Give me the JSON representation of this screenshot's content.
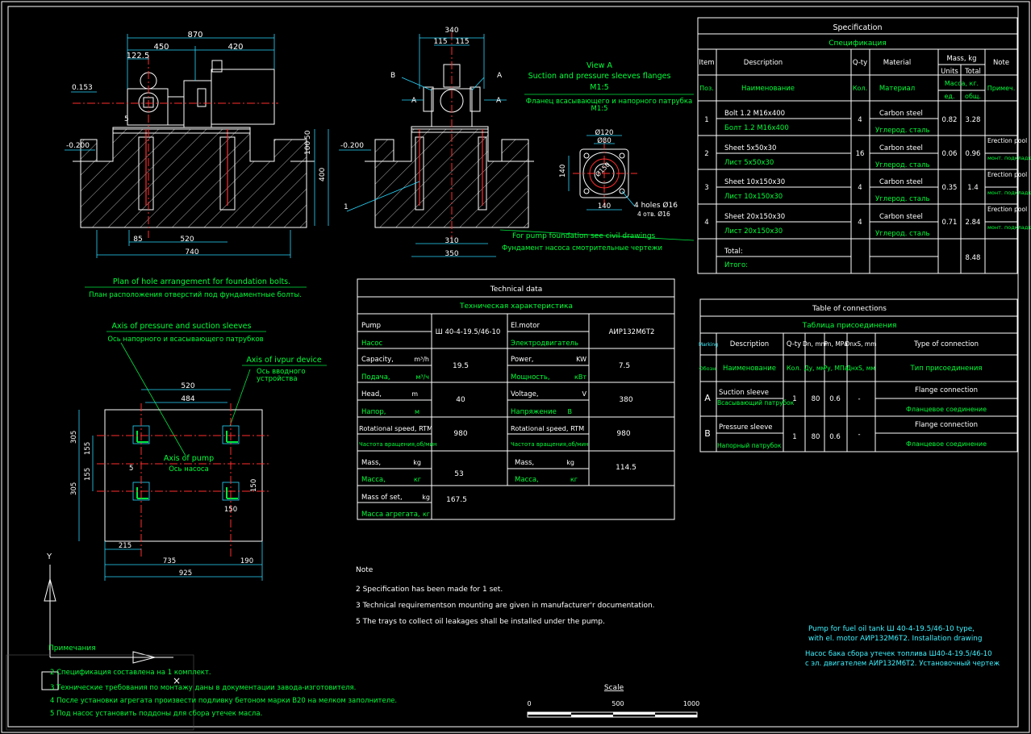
{
  "top": {
    "view_a_title": "View A",
    "view_a_sub_en": "Suction and pressure sleeves flanges",
    "view_a_scale": "M1:5",
    "view_a_sub_ru": "Фланец всасывающего и напорного патрубка",
    "view_a_scale_ru": "M1:5",
    "foundation_note_en": "For pump foundation see civil drawings",
    "foundation_note_ru": "Фундамент насоса смотрительные чертежи",
    "plan_title_en": "Plan of hole arrangement for foundation bolts.",
    "plan_title_ru": "План расположения отверстий под фундаментные болты.",
    "axis_sleeves_en": "Axis of pressure and suction sleeves",
    "axis_sleeves_ru": "Ось напорного и всасывающего патрубков",
    "axis_input_en": "Axis of ivpur device",
    "axis_input_ru1": "Ось вводного",
    "axis_input_ru2": "устройства",
    "axis_pump_en": "Axis of pump",
    "axis_pump_ru": "Ось насоса"
  },
  "dims": {
    "d870": "870",
    "d450": "450",
    "d420": "420",
    "d122": "122.5",
    "d153": "0.153",
    "d200a": "-0.200",
    "d200b": "-0.200",
    "d100": "100",
    "d50": "50",
    "d400": "400",
    "d85": "85",
    "d520": "520",
    "d740": "740",
    "d340": "340",
    "d115a": "115",
    "d115b": "115",
    "d310": "310",
    "d350": "350",
    "d120": "Ø120",
    "d80": "Ø80",
    "d150": "Ø150",
    "d140a": "140",
    "d140b": "140",
    "holes_en": "4 holes Ø16",
    "holes_ru": "4 отв. Ø16",
    "p520": "520",
    "p484": "484",
    "p305a": "305",
    "p155a": "155",
    "p155b": "155",
    "p305b": "305",
    "p5": "5",
    "p150a": "150",
    "p150b": "150",
    "p215": "215",
    "p735": "735",
    "p190": "190",
    "p925": "925",
    "lbl_a1": "A",
    "lbl_a2": "A",
    "lbl_a3": "A",
    "lbl_b": "B",
    "lbl_1": "1",
    "lbl_5": "5",
    "lbl_y": "Y"
  },
  "spec": {
    "title_en": "Specification",
    "title_ru": "Спецификация",
    "h_item": "Item",
    "h_desc": "Description",
    "h_qty": "Q-ty",
    "h_mat": "Material",
    "h_mass": "Mass, kg",
    "h_units": "Units",
    "h_total": "Total",
    "h_note": "Note",
    "h_pos": "Поз.",
    "h_name": "Наименование",
    "h_kol": "Кол.",
    "h_matru": "Материал",
    "h_massru": "Масса, кг.",
    "h_ed": "ед.",
    "h_obsh": "общ.",
    "h_prim": "Примеч.",
    "rows": [
      {
        "item": "1",
        "desc_en": "Bolt 1.2 M16x400",
        "desc_ru": "Болт 1.2 M16x400",
        "qty": "4",
        "mat_en": "Carbon steel",
        "mat_ru": "Углерод. сталь",
        "unit": "0.82",
        "total": "3.28",
        "note_en": "",
        "note_ru": ""
      },
      {
        "item": "2",
        "desc_en": "Sheet 5x50x30",
        "desc_ru": "Лист 5x50x30",
        "qty": "16",
        "mat_en": "Carbon steel",
        "mat_ru": "Углерод. сталь",
        "unit": "0.06",
        "total": "0.96",
        "note_en": "Erection pool",
        "note_ru": "монт. подкладка"
      },
      {
        "item": "3",
        "desc_en": "Sheet 10x150x30",
        "desc_ru": "Лист 10x150x30",
        "qty": "4",
        "mat_en": "Carbon steel",
        "mat_ru": "Углерод. сталь",
        "unit": "0.35",
        "total": "1.4",
        "note_en": "Erection pool",
        "note_ru": "монт. подкладка"
      },
      {
        "item": "4",
        "desc_en": "Sheet 20x150x30",
        "desc_ru": "Лист 20x150x30",
        "qty": "4",
        "mat_en": "Carbon steel",
        "mat_ru": "Углерод. сталь",
        "unit": "0.71",
        "total": "2.84",
        "note_en": "Erection pool",
        "note_ru": "монт. подкладка"
      }
    ],
    "total_en": "Total:",
    "total_ru": "Итого:",
    "total_val": "8.48"
  },
  "tech": {
    "title_en": "Technical data",
    "title_ru": "Техническая характеристика",
    "pump_en": "Pump",
    "pump_ru": "Насос",
    "pump_val": "Ш 40-4-19.5/46-10",
    "motor_en": "El.motor",
    "motor_ru": "Электродвигатель",
    "motor_val": "АИР132М6Т2",
    "cap_en": "Capacity,",
    "cap_unit_en": "m³/h",
    "cap_ru": "Подача,",
    "cap_unit_ru": "м³/ч",
    "cap_val": "19.5",
    "pow_en": "Power,",
    "pow_unit_en": "KW",
    "pow_ru": "Мощность,",
    "pow_unit_ru": "кВт",
    "pow_val": "7.5",
    "head_en": "Head,",
    "head_unit_en": "m",
    "head_ru": "Напор,",
    "head_unit_ru": "м",
    "head_val": "40",
    "volt_en": "Voltage,",
    "volt_unit_en": "V",
    "volt_ru": "Напряжение",
    "volt_unit_ru": "В",
    "volt_val": "380",
    "rot_en": "Rotational speed, RTM",
    "rot_ru": "Частота вращения,об/мин",
    "rot_val": "980",
    "rot2_en": "Rotational speed, RTM",
    "rot2_ru": "Частота вращения,об/мин",
    "rot2_val": "980",
    "mass_en": "Mass,",
    "mass_unit_en": "kg",
    "mass_ru": "Масса,",
    "mass_unit_ru": "кг",
    "mass_val": "53",
    "mass2_en": "Mass,",
    "mass2_unit_en": "kg",
    "mass2_ru": "Масса,",
    "mass2_unit_ru": "кг",
    "mass2_val": "114.5",
    "set_en": "Mass of set,",
    "set_unit_en": "kg",
    "set_ru": "Масса агрегата,",
    "set_unit_ru": "кг",
    "set_val": "167.5"
  },
  "conn": {
    "title_en": "Table of connections",
    "title_ru": "Таблица присоединения",
    "h_mark": "Marking",
    "h_desc": "Description",
    "h_qty": "Q-ty",
    "h_dn": "Dn, mm",
    "h_pn": "Pn, MPa",
    "h_dnxs": "DnxS, mm",
    "h_type": "Type of connection",
    "h_mark_ru": "Обозн.",
    "h_desc_ru": "Наименование",
    "h_qty_ru": "Кол.",
    "h_dn_ru": "Ду, мм",
    "h_pn_ru": "Ру, МПа",
    "h_dnxs_ru": "ДнxS, мм",
    "h_type_ru": "Тип присоединения",
    "rows": [
      {
        "mark": "A",
        "desc_en": "Suction sleeve",
        "desc_ru": "Всасывающий патрубок",
        "qty": "1",
        "dn": "80",
        "pn": "0.6",
        "dnxs": "-",
        "type_en": "Flange connection",
        "type_ru": "Фланцевое соединение"
      },
      {
        "mark": "B",
        "desc_en": "Pressure sleeve",
        "desc_ru": "Напорный патрубок",
        "qty": "1",
        "dn": "80",
        "pn": "0.6",
        "dnxs": "-",
        "type_en": "Flange connection",
        "type_ru": "Фланцевое соединение"
      }
    ]
  },
  "notes": {
    "en_title": "Note",
    "en": [
      "2 Specification has been made for 1 set.",
      "3 Technical requirementson mounting are given in manufacturer'r documentation.",
      "5 The trays to collect oil leakages shall be installed under the pump."
    ],
    "ru_title": "Примечания",
    "ru": [
      "2 Спецификация составлена на 1 комплект.",
      "3 Технические требования по монтажу даны в документации завода-изготовителя.",
      "4 После установки агрегата произвести подливку бетоном марки В20 на мелком заполнителе.",
      "5 Под насос установить поддоны для сбора утечек масла."
    ]
  },
  "titleblock": {
    "en1": "Pump for fuel oil tank Ш 40-4-19.5/46-10 type,",
    "en2": "with el. motor АИР132М6Т2. Installation drawing",
    "ru1": "Насос бака сбора утечек топлива Ш40-4-19.5/46-10",
    "ru2": "с эл. двигателем АИР132М6Т2. Установочный чертеж"
  },
  "scale": {
    "title": "Scale",
    "t0": "0",
    "t500": "500",
    "t1000": "1000"
  }
}
